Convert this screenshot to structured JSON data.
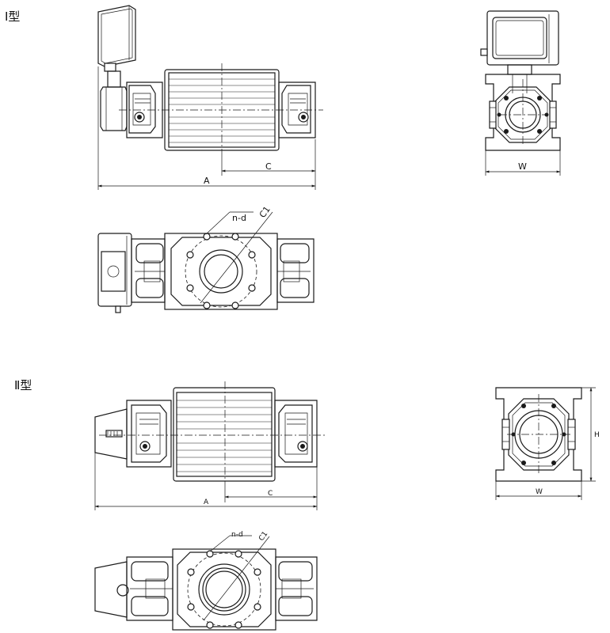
{
  "type1": {
    "title": "Ⅰ型",
    "dims": {
      "A": "A",
      "C": "C",
      "W": "W",
      "nd": "n-d",
      "C1": "C1"
    }
  },
  "type2": {
    "title": "Ⅱ型",
    "dims": {
      "A": "A",
      "C": "C",
      "W": "W",
      "H": "H",
      "nd": "n-d",
      "C1": "C1"
    }
  }
}
